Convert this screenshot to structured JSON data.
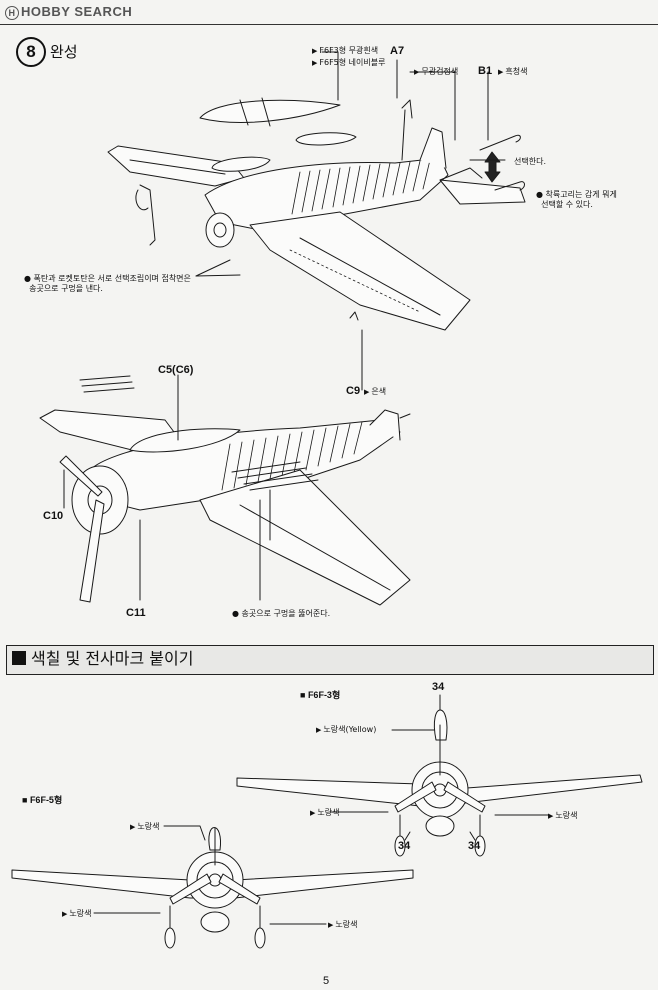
{
  "header": {
    "logo_text": "HOBBY SEARCH",
    "logo_mark": "H",
    "step_number": "8",
    "step_title": "완성"
  },
  "assembly": {
    "callouts": {
      "f6f3_label": "F6F3형 무광흰색",
      "f6f5_label": "F6F5형 네이비블루",
      "a7": "A7",
      "b1": "B1",
      "flat_gray": "무광검정색",
      "b1_color": "흑청색",
      "select": "선택한다.",
      "hook_note_1": "착륙고리는 감게 뭐게",
      "hook_note_2": "선택할 수 있다.",
      "bomb_note_1": "폭탄과 로켓토탄은 서로 선택조립이며 접착면은",
      "bomb_note_2": "송곳으로 구멍을 낸다.",
      "c9": "C9",
      "c9_color": "은색",
      "c5c6": "C5(C6)",
      "c10": "C10",
      "c11": "C11",
      "drill_note": "송곳으로 구멍을 뚫어준다."
    }
  },
  "painting": {
    "section_title": "색칠 및 전사마크 붙이기",
    "f6f3": {
      "title": "F6F-3형",
      "decal_top": "34",
      "decal_left": "34",
      "decal_right": "34",
      "yellow_top": "노랑색(Yellow)",
      "yellow_left": "노랑색",
      "yellow_right": "노랑색"
    },
    "f6f5": {
      "title": "F6F-5형",
      "yellow_top": "노랑색",
      "yellow_left": "노랑색",
      "yellow_right": "노랑색"
    }
  },
  "footer": {
    "page_number": "5"
  }
}
